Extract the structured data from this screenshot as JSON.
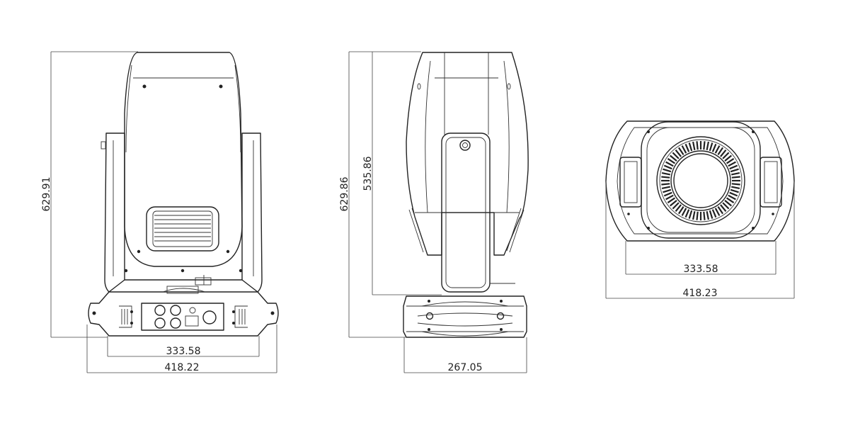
{
  "views": {
    "front": {
      "dims": {
        "height": "629.91",
        "inner_width": "333.58",
        "outer_width": "418.22"
      }
    },
    "side": {
      "dims": {
        "height": "629.86",
        "arm_height": "535.86",
        "width": "267.05"
      }
    },
    "top": {
      "dims": {
        "inner_width": "333.58",
        "outer_width": "418.23"
      }
    }
  },
  "colors": {
    "line": "#222222",
    "background": "#ffffff"
  }
}
